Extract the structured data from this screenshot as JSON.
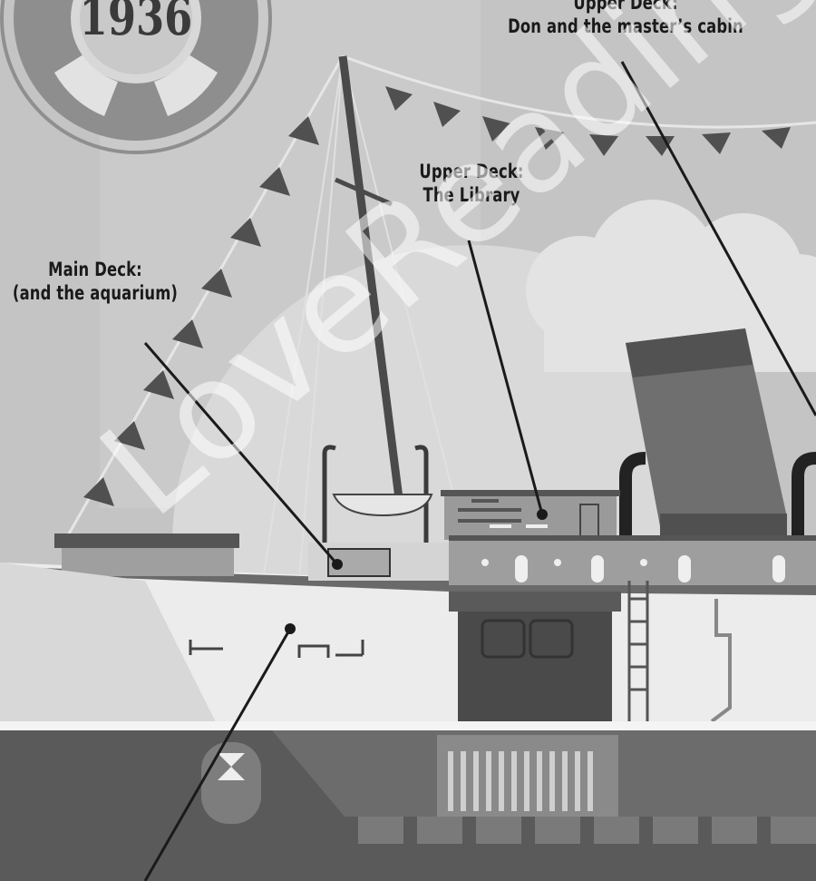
{
  "year": "1936",
  "labels": {
    "main_deck": {
      "line1": "Main Deck:",
      "line2": "(and the aquarium)"
    },
    "library": {
      "line1": "Upper Deck:",
      "line2": "The Library"
    },
    "don_cabin": {
      "line1": "Upper Deck:",
      "line2": "Don and the master’s cabin"
    }
  },
  "watermark": "LoveReading"
}
